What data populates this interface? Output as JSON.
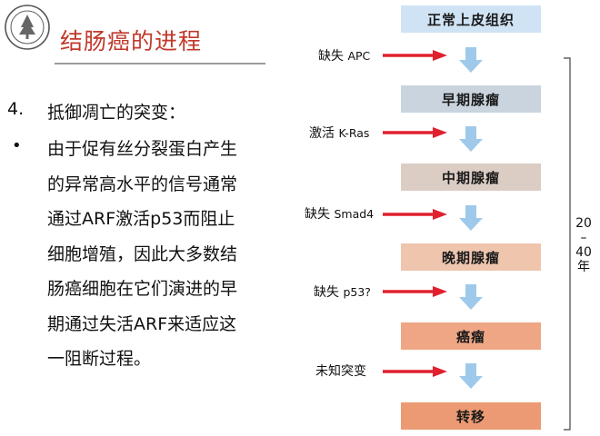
{
  "slide": {
    "title": "结肠癌的进程",
    "point_number": "4.",
    "point_text": "抵御凋亡的突变：",
    "bullet": "•",
    "paragraph_lines": [
      "由于促有丝分裂蛋白产生",
      "的异常高水平的信号通常",
      "通过ARF激活p53而阻止",
      "细胞增殖，因此大多数结",
      "肠癌细胞在它们演进的早",
      "期通过失活ARF来适应这",
      "一阻断过程。"
    ]
  },
  "diagram": {
    "stages": [
      {
        "label": "正常上皮组织",
        "color": "#cfe3f4"
      },
      {
        "label": "早期腺瘤",
        "color": "#c9d4de"
      },
      {
        "label": "中期腺瘤",
        "color": "#dccdc4"
      },
      {
        "label": "晚期腺瘤",
        "color": "#efc5ae"
      },
      {
        "label": "癌瘤",
        "color": "#eea684"
      },
      {
        "label": "转移",
        "color": "#ec9a73"
      }
    ],
    "mutations": [
      {
        "action": "缺失",
        "gene": "APC"
      },
      {
        "action": "激活",
        "gene": "K-Ras"
      },
      {
        "action": "缺失",
        "gene": "Smad4"
      },
      {
        "action": "缺失",
        "gene": "p53?"
      },
      {
        "action": "未知突变",
        "gene": ""
      }
    ],
    "duration_chars": [
      "20",
      "–",
      "40",
      "年"
    ],
    "arrow_color": "#e0202e",
    "down_arrow_color": "#9fc9ea"
  }
}
